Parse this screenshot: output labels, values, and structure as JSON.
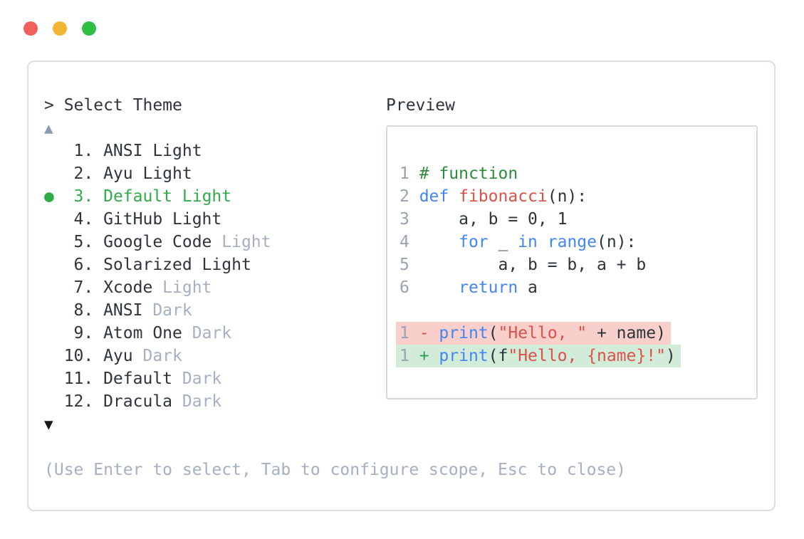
{
  "window": {
    "controls": [
      {
        "label": "close",
        "color": "#f0615c"
      },
      {
        "label": "minimize",
        "color": "#f4b632"
      },
      {
        "label": "maximize",
        "color": "#2dbe43"
      }
    ]
  },
  "left": {
    "prompt": "> Select Theme",
    "scroll_up": "▲",
    "scroll_down": "▼",
    "footer_hint": "(Use Enter to select, Tab to configure scope, Esc to close)",
    "selected_item_number": "3",
    "selected_item_label": "Default Light",
    "items": [
      {
        "name": "theme-item-ansi-light",
        "click": true,
        "tokens": [
          {
            "t": "   1. ANSI Light",
            "c": "tx"
          }
        ]
      },
      {
        "name": "theme-item-ayu-light",
        "click": true,
        "tokens": [
          {
            "t": "   2. Ayu Light",
            "c": "tx"
          }
        ]
      },
      {
        "name": "theme-item-default-light",
        "click": true,
        "tokens": [
          {
            "t": "●",
            "c": "dot",
            "n": "selected-dot-icon"
          },
          {
            "t": "  3. Default Light",
            "c": "sel"
          }
        ]
      },
      {
        "name": "theme-item-github-light",
        "click": true,
        "tokens": [
          {
            "t": "   4. GitHub Light",
            "c": "tx"
          }
        ]
      },
      {
        "name": "theme-item-google-code-light",
        "click": true,
        "tokens": [
          {
            "t": "   5. Google Code ",
            "c": "tx"
          },
          {
            "t": "Light",
            "c": "mut"
          }
        ]
      },
      {
        "name": "theme-item-solarized-light",
        "click": true,
        "tokens": [
          {
            "t": "   6. Solarized Light",
            "c": "tx"
          }
        ]
      },
      {
        "name": "theme-item-xcode-light",
        "click": true,
        "tokens": [
          {
            "t": "   7. Xcode ",
            "c": "tx"
          },
          {
            "t": "Light",
            "c": "mut"
          }
        ]
      },
      {
        "name": "theme-item-ansi-dark",
        "click": true,
        "tokens": [
          {
            "t": "   8. ANSI ",
            "c": "tx"
          },
          {
            "t": "Dark",
            "c": "mut"
          }
        ]
      },
      {
        "name": "theme-item-atom-one-dark",
        "click": true,
        "tokens": [
          {
            "t": "   9. Atom One ",
            "c": "tx"
          },
          {
            "t": "Dark",
            "c": "mut"
          }
        ]
      },
      {
        "name": "theme-item-ayu-dark",
        "click": true,
        "tokens": [
          {
            "t": "  10. Ayu ",
            "c": "tx"
          },
          {
            "t": "Dark",
            "c": "mut"
          }
        ]
      },
      {
        "name": "theme-item-default-dark",
        "click": true,
        "tokens": [
          {
            "t": "  11. Default ",
            "c": "tx"
          },
          {
            "t": "Dark",
            "c": "mut"
          }
        ]
      },
      {
        "name": "theme-item-dracula-dark",
        "click": true,
        "tokens": [
          {
            "t": "  12. Dracula ",
            "c": "tx"
          },
          {
            "t": "Dark",
            "c": "mut"
          }
        ]
      }
    ]
  },
  "preview": {
    "title": "Preview",
    "lines": [
      {
        "name": "code-line-1",
        "tokens": [
          {
            "t": "1 ",
            "c": "ln"
          },
          {
            "t": "# function",
            "c": "cm"
          }
        ]
      },
      {
        "name": "code-line-2",
        "tokens": [
          {
            "t": "2 ",
            "c": "ln"
          },
          {
            "t": "def",
            "c": "kw"
          },
          {
            "t": " ",
            "c": "tx"
          },
          {
            "t": "fibonacci",
            "c": "fn"
          },
          {
            "t": "(n):",
            "c": "tx"
          }
        ]
      },
      {
        "name": "code-line-3",
        "tokens": [
          {
            "t": "3 ",
            "c": "ln"
          },
          {
            "t": "    a, b = 0, 1",
            "c": "tx"
          }
        ]
      },
      {
        "name": "code-line-4",
        "tokens": [
          {
            "t": "4 ",
            "c": "ln"
          },
          {
            "t": "    ",
            "c": "tx"
          },
          {
            "t": "for",
            "c": "kw"
          },
          {
            "t": " _ ",
            "c": "tx"
          },
          {
            "t": "in",
            "c": "kw"
          },
          {
            "t": " ",
            "c": "tx"
          },
          {
            "t": "range",
            "c": "kw"
          },
          {
            "t": "(n):",
            "c": "tx"
          }
        ]
      },
      {
        "name": "code-line-5",
        "tokens": [
          {
            "t": "5 ",
            "c": "ln"
          },
          {
            "t": "        a, b = b, a + b",
            "c": "tx"
          }
        ]
      },
      {
        "name": "code-line-6",
        "tokens": [
          {
            "t": "6 ",
            "c": "ln"
          },
          {
            "t": "    ",
            "c": "tx"
          },
          {
            "t": "return",
            "c": "kw"
          },
          {
            "t": " a",
            "c": "tx"
          }
        ]
      },
      {
        "name": "code-line-blank",
        "tokens": [
          {
            "t": " ",
            "c": "tx"
          }
        ]
      },
      {
        "name": "diff-removed-line",
        "bg": "rm",
        "tokens": [
          {
            "t": "1 ",
            "c": "ln"
          },
          {
            "t": "- ",
            "c": "fn"
          },
          {
            "t": "print",
            "c": "kw"
          },
          {
            "t": "(",
            "c": "tx"
          },
          {
            "t": "\"Hello, \"",
            "c": "str"
          },
          {
            "t": " + name)",
            "c": "tx"
          }
        ]
      },
      {
        "name": "diff-added-line",
        "bg": "add",
        "tokens": [
          {
            "t": "1 ",
            "c": "ln"
          },
          {
            "t": "+ ",
            "c": "ok"
          },
          {
            "t": "print",
            "c": "kw"
          },
          {
            "t": "(f",
            "c": "tx"
          },
          {
            "t": "\"Hello, {name}!\"",
            "c": "str"
          },
          {
            "t": ")",
            "c": "tx"
          }
        ]
      }
    ]
  },
  "colors": {
    "selection_green": "#30ac49",
    "muted_gray": "#a6b0c0",
    "line_number_gray": "#9aa3b0",
    "comment_green": "#2c8c3c",
    "keyword_blue": "#4486f0",
    "string_red": "#dc524a",
    "diff_removed_bg": "#f8cfcb",
    "diff_added_bg": "#d3ecd9",
    "dialog_border": "#d9dee6",
    "text_dark": "#2e343c",
    "scroll_up_muted": "#8e9cb3",
    "scroll_down_dark": "#14181d",
    "traffic_red": "#f0615c",
    "traffic_yellow": "#f4b632",
    "traffic_green": "#2dbe43"
  }
}
